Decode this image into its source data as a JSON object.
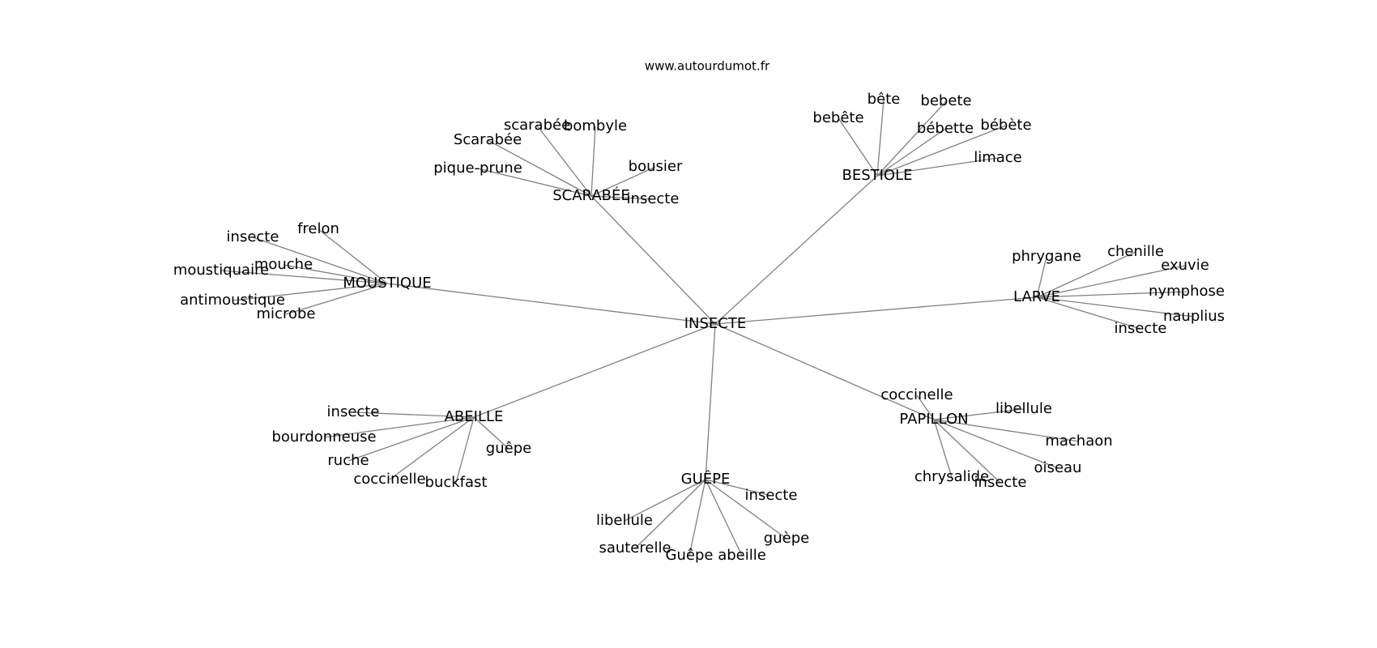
{
  "site": "www.autourdumot.fr",
  "center": "INSECTE",
  "clusters": [
    {
      "hub": "SCARABÉE",
      "words": [
        "scarabée",
        "bombyle",
        "Scarabée",
        "pique-prune",
        "bousier",
        "insecte"
      ]
    },
    {
      "hub": "BESTIOLE",
      "words": [
        "bête",
        "bebete",
        "bebête",
        "bébette",
        "bébète",
        "limace"
      ]
    },
    {
      "hub": "MOUSTIQUE",
      "words": [
        "frelon",
        "insecte",
        "mouche",
        "moustiquaire",
        "antimoustique",
        "microbe"
      ]
    },
    {
      "hub": "LARVE",
      "words": [
        "phrygane",
        "chenille",
        "exuvie",
        "nymphose",
        "nauplius",
        "insecte"
      ]
    },
    {
      "hub": "ABEILLE",
      "words": [
        "insecte",
        "bourdonneuse",
        "ruche",
        "coccinelle",
        "buckfast",
        "guêpe"
      ]
    },
    {
      "hub": "GUÊPE",
      "words": [
        "insecte",
        "libellule",
        "sauterelle",
        "Guêpe",
        "abeille",
        "guèpe"
      ]
    },
    {
      "hub": "PAPILLON",
      "words": [
        "coccinelle",
        "libellule",
        "machaon",
        "oiseau",
        "chrysalide",
        "insecte"
      ]
    }
  ]
}
